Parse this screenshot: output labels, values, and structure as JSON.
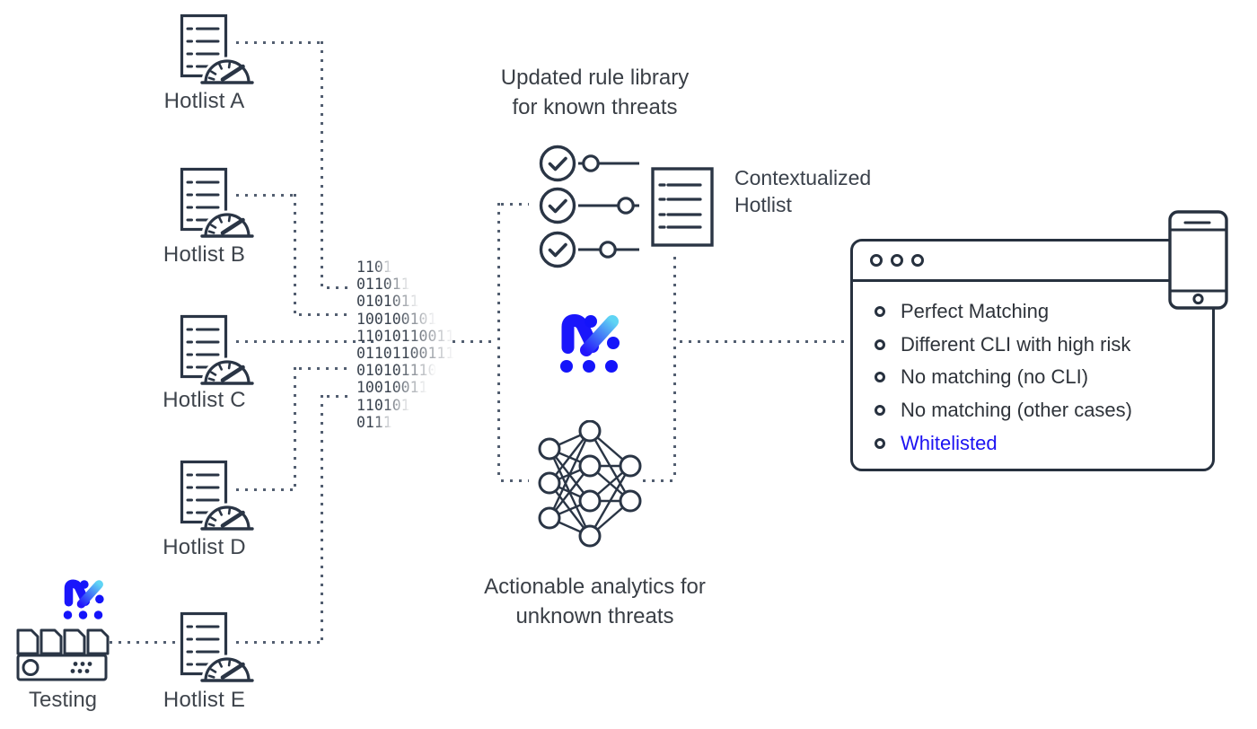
{
  "hotlists": {
    "items": [
      "Hotlist A",
      "Hotlist B",
      "Hotlist C",
      "Hotlist D",
      "Hotlist E"
    ]
  },
  "testing": {
    "label": "Testing"
  },
  "binary": {
    "lines": [
      "1101",
      "011011",
      "0101011",
      "100100101",
      "11010110011",
      "01101100111",
      "010101110",
      "10010011",
      "110101",
      "0111"
    ]
  },
  "titles": {
    "rule_library_line1": "Updated rule library",
    "rule_library_line2": "for known threats",
    "contextualized_line1": "Contextualized",
    "contextualized_line2": "Hotlist",
    "analytics_line1": "Actionable analytics for",
    "analytics_line2": "unknown threats"
  },
  "result_card": {
    "items": [
      {
        "label": "Perfect Matching",
        "color": "#2e333a"
      },
      {
        "label": "Different CLI with high risk",
        "color": "#2e333a"
      },
      {
        "label": "No matching (no CLI)",
        "color": "#2e333a"
      },
      {
        "label": "No matching (other cases)",
        "color": "#2e333a"
      },
      {
        "label": "Whitelisted",
        "color": "#1c12f2"
      }
    ]
  },
  "colors": {
    "outline_navy": "#2a3545",
    "accent_blue": "#1a16fb",
    "accent_cyan": "#5fd4f4",
    "highlight_text": "#1c12f2",
    "connector": "#3a485c"
  }
}
